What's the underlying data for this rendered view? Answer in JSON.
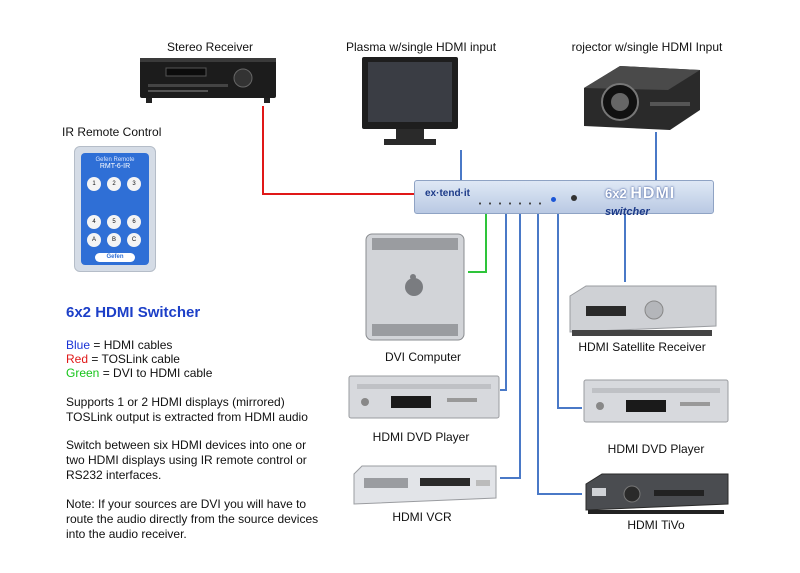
{
  "devices": {
    "stereo_receiver": "Stereo Receiver",
    "plasma": "Plasma w/single HDMI input",
    "projector": "rojector w/single HDMI Input",
    "ir_remote": "IR Remote Control",
    "dvi_computer": "DVI Computer",
    "satellite": "HDMI Satellite Receiver",
    "dvd_left": "HDMI DVD Player",
    "dvd_right": "HDMI DVD Player",
    "vcr": "HDMI VCR",
    "tivo": "HDMI TiVo"
  },
  "switcher": {
    "brand": "ex·tend·it",
    "model_prefix": "6x2",
    "model_hdmi": "HDMI",
    "model_suffix": "switcher"
  },
  "remote": {
    "brand": "Gefen Remote",
    "model": "RMT-6-IR",
    "buttons": [
      "1",
      "2",
      "3",
      "4",
      "5",
      "6",
      "A",
      "B",
      "C"
    ],
    "logo": "Gefen"
  },
  "title": "6x2 HDMI Switcher",
  "legend": [
    {
      "key": "Blue",
      "text": " = HDMI cables",
      "color": "#1a33d6"
    },
    {
      "key": "Red",
      "text": " = TOSLink cable",
      "color": "#e01818"
    },
    {
      "key": "Green",
      "text": " = DVI to HDMI cable",
      "color": "#16c41a"
    }
  ],
  "paragraphs": [
    "Supports 1 or 2 HDMI displays (mirrored) TOSLink output is extracted from HDMI audio",
    "Switch between six HDMI devices into one or two HDMI displays using IR remote control or RS232 interfaces.",
    "Note: If your sources are DVI you will have to route the audio directly from the source devices into the audio receiver."
  ],
  "colors": {
    "hdmi": "#4a79c7",
    "toslink": "#e01818",
    "dvi": "#2ec43a"
  }
}
